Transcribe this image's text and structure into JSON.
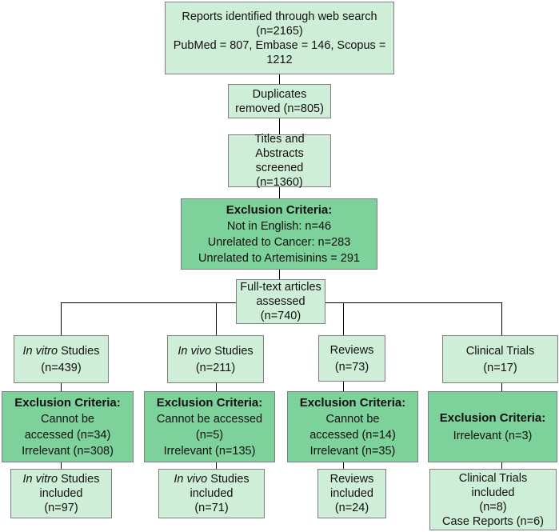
{
  "colors": {
    "light_box": "#cfeed8",
    "dark_box": "#7dd19b",
    "border": "#808080",
    "connector": "#000000"
  },
  "identified": {
    "line1": "Reports identified through  web search",
    "line2": "(n=2165)",
    "line3": "PubMed = 807, Embase = 146, Scopus =",
    "line4": "1212"
  },
  "duplicates": {
    "line1": "Duplicates",
    "line2": "removed (n=805)"
  },
  "screened": {
    "line1": "Titles and",
    "line2": "Abstracts",
    "line3": "screened",
    "line4": "(n=1360)"
  },
  "exclusion_main": {
    "heading": "Exclusion Criteria:",
    "line1": "Not in English: n=46",
    "line2": "Unrelated to Cancer: n=283",
    "line3": "Unrelated to Artemisinins = 291"
  },
  "fulltext": {
    "line1": "Full-text articles",
    "line2": "assessed",
    "line3": "(n=740)"
  },
  "invitro": {
    "category": {
      "italic": "In vitro",
      "rest": " Studies",
      "count": "(n=439)"
    },
    "exclusion": {
      "heading": "Exclusion Criteria:",
      "line1": "Cannot be",
      "line2": "accessed (n=34)",
      "line3": "Irrelevant  (n=308)"
    },
    "included": {
      "italic": "In vitro",
      "rest": " Studies",
      "line2": "included",
      "line3": "(n=97)"
    }
  },
  "invivo": {
    "category": {
      "italic": "In vivo",
      "rest": " Studies",
      "count": "(n=211)"
    },
    "exclusion": {
      "heading": "Exclusion Criteria:",
      "line1": "Cannot be accessed",
      "line2": "(n=5)",
      "line3": "Irrelevant  (n=135)"
    },
    "included": {
      "italic": "In vivo",
      "rest": " Studies",
      "line2": "included",
      "line3": "(n=71)"
    }
  },
  "reviews": {
    "category": {
      "line1": "Reviews",
      "count": "(n=73)"
    },
    "exclusion": {
      "heading": "Exclusion Criteria:",
      "line1": "Cannot be",
      "line2": "accessed (n=14)",
      "line3": "Irrelevant  (n=35)"
    },
    "included": {
      "line1": "Reviews",
      "line2": "included",
      "line3": "(n=24)"
    }
  },
  "clinical": {
    "category": {
      "line1": "Clinical Trials",
      "count": "(n=17)"
    },
    "exclusion": {
      "heading": "Exclusion Criteria:",
      "line1": "Irrelevant  (n=3)"
    },
    "included": {
      "line1": "Clinical Trials",
      "line2": "included",
      "line3": "(n=8)",
      "line4": "Case Reports (n=6)"
    }
  }
}
